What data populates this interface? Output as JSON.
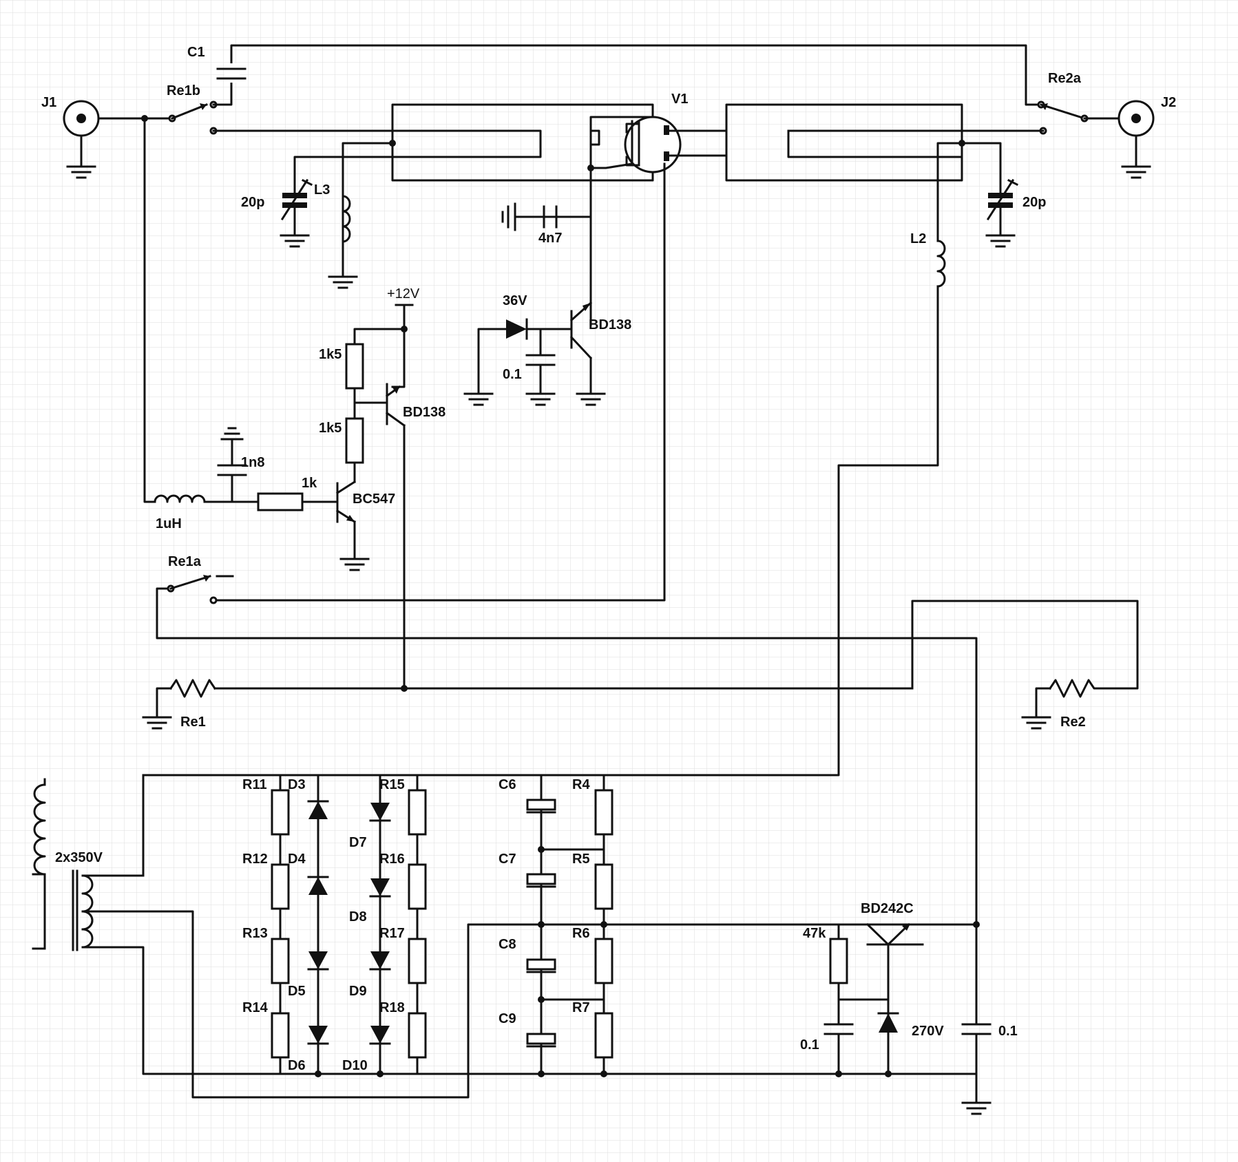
{
  "labels": {
    "J1": "J1",
    "J2": "J2",
    "C1": "C1",
    "Re1b": "Re1b",
    "Re2a": "Re2a",
    "V1": "V1",
    "L3": "L3",
    "L2": "L2",
    "cap20p_left": "20p",
    "cap20p_right": "20p",
    "cap4n7": "4n7",
    "plus12v": "+12V",
    "zener36v": "36V",
    "bd138_upper": "BD138",
    "cap01_upper": "0.1",
    "r1k5_a": "1k5",
    "r1k5_b": "1k5",
    "bd138_lower": "BD138",
    "cap1n8": "1n8",
    "r1k": "1k",
    "bc547": "BC547",
    "ind1uh": "1uH",
    "Re1a": "Re1a",
    "Re1": "Re1",
    "Re2": "Re2",
    "transformer": "2x350V",
    "R11": "R11",
    "R12": "R12",
    "R13": "R13",
    "R14": "R14",
    "D3": "D3",
    "D4": "D4",
    "D5": "D5",
    "D6": "D6",
    "D7": "D7",
    "D8": "D8",
    "D9": "D9",
    "D10": "D10",
    "R15": "R15",
    "R16": "R16",
    "R17": "R17",
    "R18": "R18",
    "C6": "C6",
    "C7": "C7",
    "C8": "C8",
    "C9": "C9",
    "R4": "R4",
    "R5": "R5",
    "R6": "R6",
    "R7": "R7",
    "bd242c": "BD242C",
    "r47k": "47k",
    "zener270v": "270V",
    "cap01_reg": "0.1",
    "cap01_out": "0.1"
  }
}
